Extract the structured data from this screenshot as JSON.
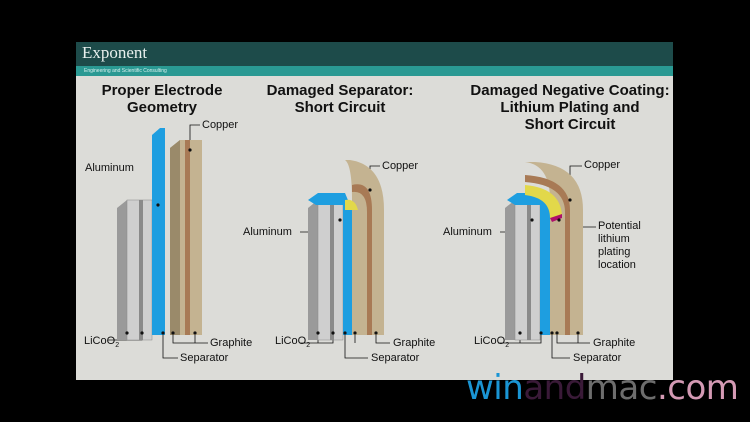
{
  "header": {
    "logo": "Exponent",
    "tagline": "Engineering and Scientific Consulting"
  },
  "panels": [
    {
      "title": [
        "Proper Electrode",
        "Geometry"
      ],
      "labels": {
        "copper": "Copper",
        "aluminum": "Aluminum",
        "licoo2": "LiCoO",
        "licoo2_sub": "2",
        "graphite": "Graphite",
        "separator": "Separator"
      }
    },
    {
      "title": [
        "Damaged Separator:",
        "Short Circuit"
      ],
      "labels": {
        "copper": "Copper",
        "aluminum": "Aluminum",
        "licoo2": "LiCoO",
        "licoo2_sub": "2",
        "graphite": "Graphite",
        "separator": "Separator"
      }
    },
    {
      "title": [
        "Damaged Negative Coating:",
        "Lithium Plating and",
        "Short Circuit"
      ],
      "labels": {
        "copper": "Copper",
        "aluminum": "Aluminum",
        "licoo2": "LiCoO",
        "licoo2_sub": "2",
        "graphite": "Graphite",
        "separator": "Separator",
        "plating": [
          "Potential",
          "lithium",
          "plating",
          "location"
        ]
      }
    }
  ],
  "watermark": {
    "part1": "win",
    "part2": "and",
    "part3": "mac",
    "part4": ".com"
  },
  "colors": {
    "header": "#1d4b4a",
    "strip": "#2a9993",
    "separator": "#1e9ee0",
    "copper": "#b9a98a",
    "graphite": "#a87a55",
    "aluminum": "#c9c9c9",
    "plating": "#b0106a",
    "lithium": "#e2d84a"
  }
}
